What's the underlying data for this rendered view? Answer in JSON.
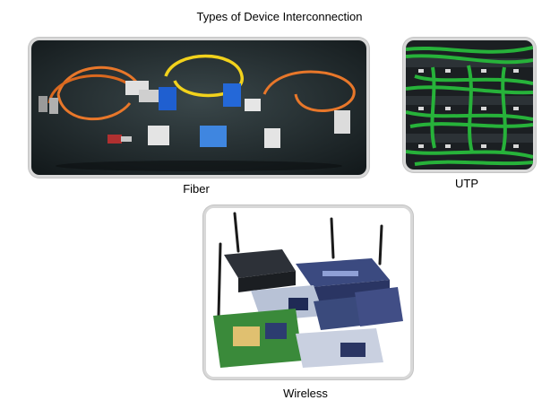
{
  "title": "Types of  Device Interconnection",
  "panels": [
    {
      "id": "fiber",
      "caption": "Fiber",
      "image": "fiber-optic-cables-photo"
    },
    {
      "id": "utp",
      "caption": "UTP",
      "image": "utp-patch-panel-photo"
    },
    {
      "id": "wireless",
      "caption": "Wireless",
      "image": "wireless-devices-photo"
    }
  ]
}
